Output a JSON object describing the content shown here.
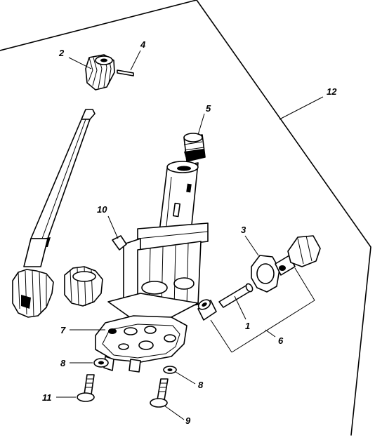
{
  "diagram": {
    "callouts": {
      "c1": "1",
      "c2": "2",
      "c3": "3",
      "c4": "4",
      "c5": "5",
      "c6": "6",
      "c7": "7",
      "c8a": "8",
      "c8b": "8",
      "c9": "9",
      "c10": "10",
      "c11": "11",
      "c12": "12"
    }
  }
}
